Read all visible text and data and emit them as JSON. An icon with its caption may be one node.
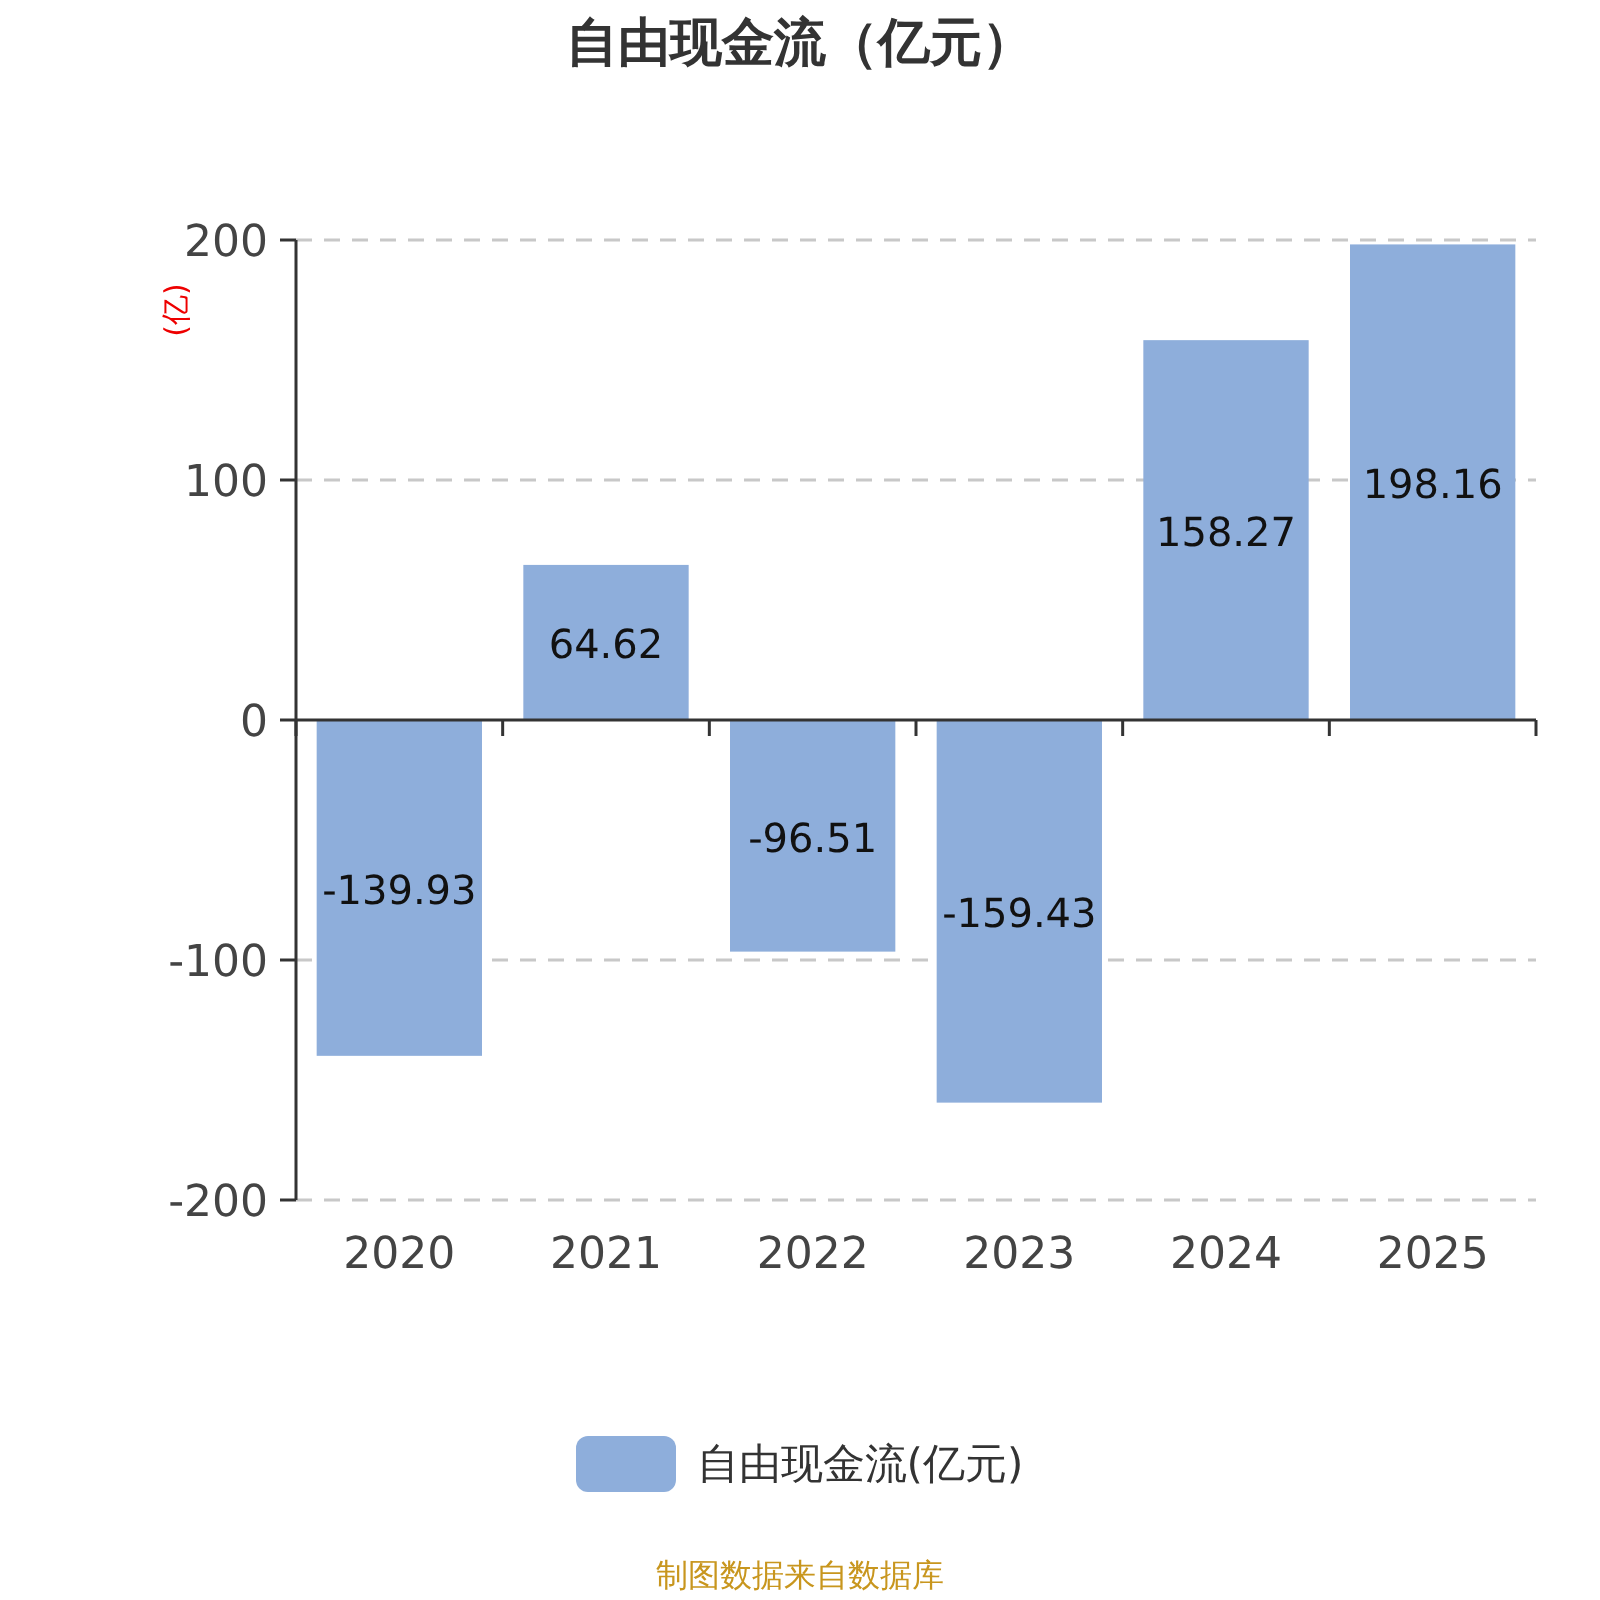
{
  "diagram": {
    "title": "自由现金流（亿元）",
    "caption": "制图数据来自数据库",
    "legend": [
      {
        "text": "自由现金流(亿元)",
        "color": "#8eaedb"
      }
    ],
    "chart_data": {
      "type": "bar",
      "ylabel": "(亿)",
      "categories": [
        "2020",
        "2021",
        "2022",
        "2023",
        "2024",
        "2025"
      ],
      "values": [
        -139.93,
        64.62,
        -96.51,
        -159.43,
        158.27,
        198.16
      ],
      "ylim": [
        -200,
        200
      ],
      "yticks": [
        -200,
        -100,
        0,
        100,
        200
      ],
      "data_labels": true
    }
  }
}
